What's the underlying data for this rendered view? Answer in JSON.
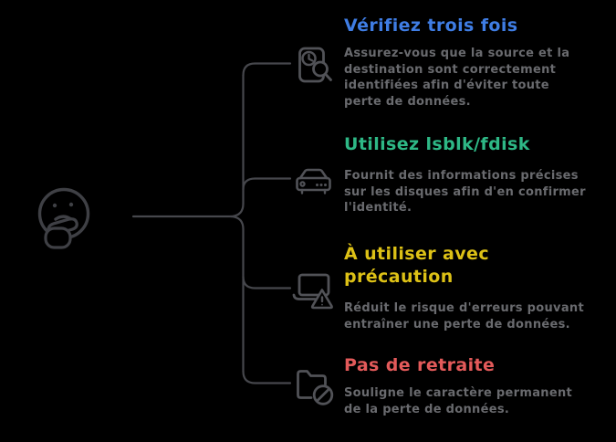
{
  "canvas": {
    "background": "#000000",
    "line_color": "#46474c",
    "icon_color": "#515257",
    "face_color": "#3f4045",
    "body_text_color": "#696a6e"
  },
  "center": {
    "icon": "thinking-face-icon"
  },
  "branches": [
    {
      "icon": "document-search-icon",
      "title": "Vérifiez trois fois",
      "color": "#3f7de4",
      "description": "Assurez-vous que la source et la\ndestination sont correctement\nidentifiées afin d'éviter toute\nperte de données."
    },
    {
      "icon": "hard-drive-icon",
      "title": "Utilisez lsblk/fdisk",
      "color": "#2eb886",
      "description": "Fournit des informations précises\nsur les disques afin d'en confirmer\nl'identité."
    },
    {
      "icon": "laptop-warning-icon",
      "title": "À utiliser avec\nprécaution",
      "color": "#ddc116",
      "description": "Réduit le risque d'erreurs pouvant\nentraîner une perte de données."
    },
    {
      "icon": "folder-ban-icon",
      "title": "Pas de retraite",
      "color": "#e35a5a",
      "description": "Souligne le caractère permanent\nde la perte de données."
    }
  ]
}
